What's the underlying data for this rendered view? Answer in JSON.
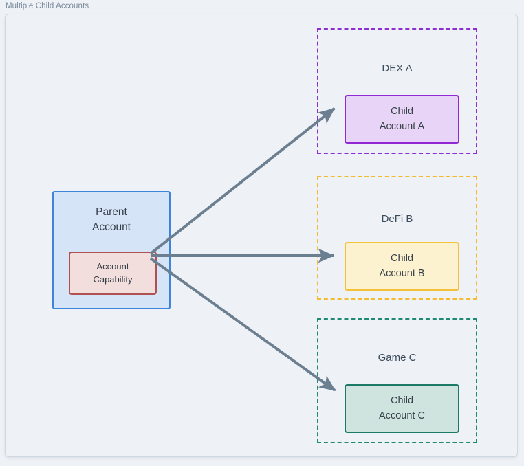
{
  "diagram": {
    "title": "Multiple Child Accounts",
    "title_color": "#7a8b9c",
    "background_color": "#eef1f5",
    "frame_border_color": "#cfd8e1"
  },
  "parent": {
    "name_line1": "Parent",
    "name_line2": "Account",
    "fill": "#d5e4f7",
    "stroke": "#3d85d8",
    "capability": {
      "line1": "Account",
      "line2": "Capability",
      "fill": "#f2dedd",
      "stroke": "#b05050"
    }
  },
  "groups": [
    {
      "label": "DEX A",
      "stroke": "#8b2fd0",
      "child": {
        "line1": "Child",
        "line2": "Account A",
        "fill": "#e8d4f6",
        "stroke": "#9128d4"
      }
    },
    {
      "label": "DeFi B",
      "stroke": "#f5bb2e",
      "child": {
        "line1": "Child",
        "line2": "Account B",
        "fill": "#fdf2cf",
        "stroke": "#f3c13a"
      }
    },
    {
      "label": "Game C",
      "stroke": "#1e8a73",
      "child": {
        "line1": "Child",
        "line2": "Account C",
        "fill": "#cfe4de",
        "stroke": "#1a7a66"
      }
    }
  ],
  "connections": {
    "stroke": "#6b7f91",
    "edges": [
      {
        "from": "account-capability",
        "to": "child-account-a"
      },
      {
        "from": "account-capability",
        "to": "child-account-b"
      },
      {
        "from": "account-capability",
        "to": "child-account-c"
      }
    ]
  }
}
